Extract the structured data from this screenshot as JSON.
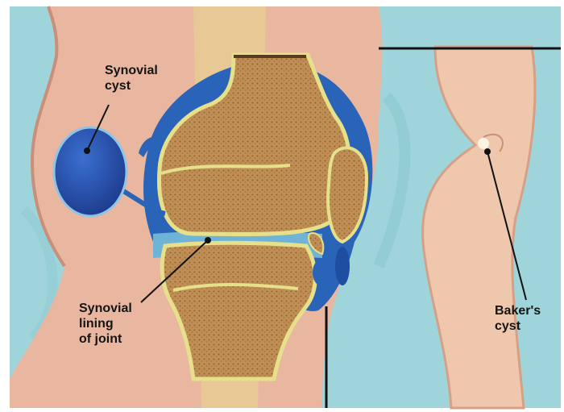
{
  "labels": {
    "synovial_cyst": [
      "Synovial",
      "cyst"
    ],
    "synovial_lining": [
      "Synovial",
      "lining",
      "of joint"
    ],
    "bakers_cyst": [
      "Baker's",
      "cyst"
    ]
  },
  "colors": {
    "background": "#9fd4da",
    "skin": "#e8b49e",
    "bone": "#b98a4f",
    "cartilage": "#e9e08a",
    "synovial_fluid": "#2a5fb0",
    "cyst": "#2d4fa8",
    "line": "#111111"
  }
}
